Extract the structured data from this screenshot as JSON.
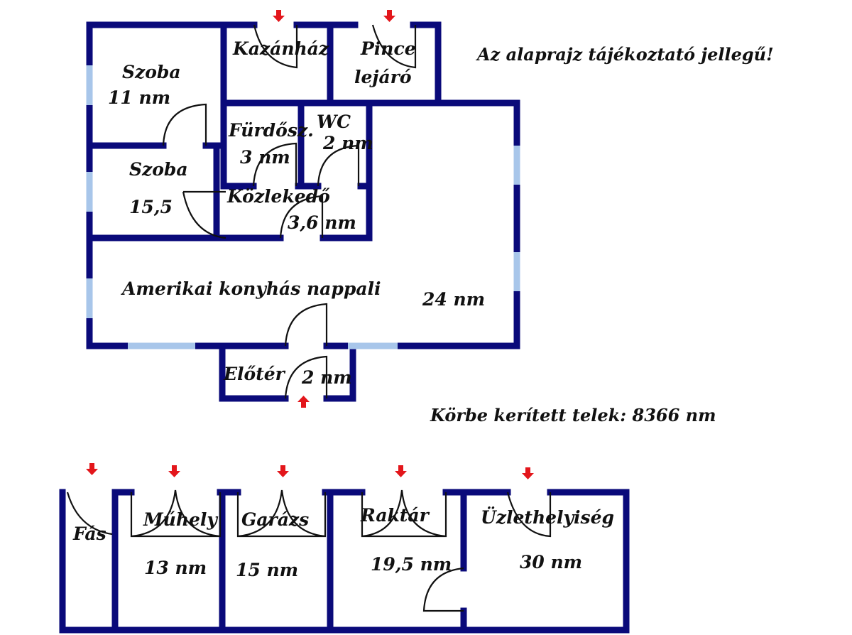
{
  "notes": {
    "disclaimer": "Az alaprajz tájékoztató jellegű!",
    "plot": "Körbe kerített telek: 8366 nm"
  },
  "house": {
    "rooms": [
      {
        "id": "szoba-1",
        "name": "Szoba",
        "area": "11 nm"
      },
      {
        "id": "kazanhaz",
        "name": "Kazánház",
        "area": ""
      },
      {
        "id": "pince",
        "name": "Pince",
        "name2": "lejáró",
        "area": ""
      },
      {
        "id": "furdo",
        "name": "Fürdősz.",
        "area": "3 nm"
      },
      {
        "id": "wc",
        "name": "WC",
        "area": "2 nm"
      },
      {
        "id": "szoba-2",
        "name": "Szoba",
        "area": "15,5"
      },
      {
        "id": "kozlekedo",
        "name": "Közlekedő",
        "area": "3,6 nm"
      },
      {
        "id": "nappali",
        "name": "Amerikai konyhás nappali",
        "area": "24 nm"
      },
      {
        "id": "eloter",
        "name": "Előtér",
        "area": "2 nm"
      }
    ]
  },
  "outbuilding": {
    "rooms": [
      {
        "id": "fas",
        "name": "Fás",
        "area": ""
      },
      {
        "id": "muhely",
        "name": "Műhely",
        "area": "13 nm"
      },
      {
        "id": "garazs",
        "name": "Garázs",
        "area": "15 nm"
      },
      {
        "id": "raktar",
        "name": "Raktár",
        "area": "19,5 nm"
      },
      {
        "id": "uzlet",
        "name": "Üzlethelyiség",
        "area": "30 nm"
      }
    ]
  },
  "colors": {
    "wall": "#0a0a7a",
    "window": "#a8c6ea",
    "entrance_arrow": "#e3161b"
  }
}
